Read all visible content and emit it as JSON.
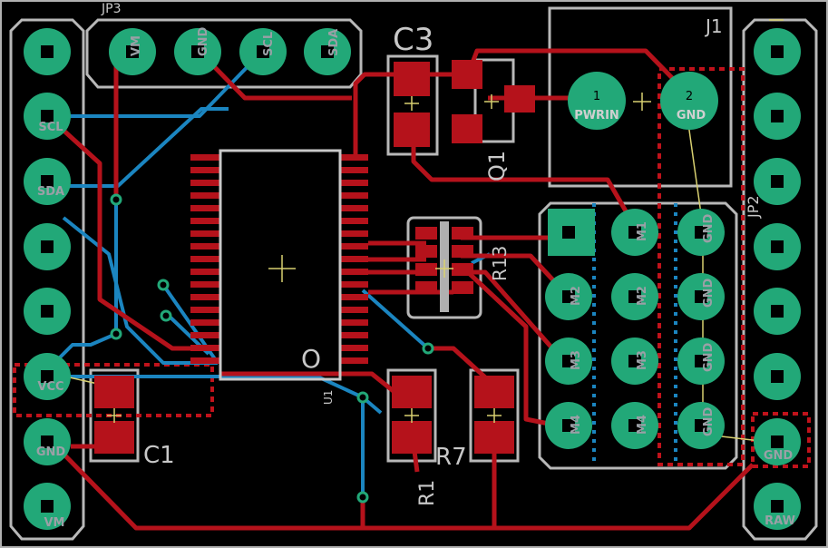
{
  "colors": {
    "background": "#000000",
    "pad": "#22a878",
    "top_copper": "#b5121b",
    "bottom_copper": "#1b85c0",
    "silkscreen": "#c8c8c8",
    "outline": "#b0b0b0"
  },
  "left_header": {
    "pin_labels": [
      "SCL",
      "SDA",
      "VCC",
      "GND",
      "VM"
    ]
  },
  "right_header": {
    "pin_labels": [
      "GND",
      "RAW"
    ],
    "ref": "JP2"
  },
  "top_header": {
    "ref": "JP3",
    "pin_labels": [
      "VM",
      "GND",
      "SCL",
      "SDA"
    ]
  },
  "power_jack": {
    "ref": "J1",
    "pin_numbers": [
      "1",
      "2"
    ],
    "pin_labels": [
      "PWRIN",
      "GND"
    ]
  },
  "motor_header": {
    "rows": [
      [
        "",
        "M1",
        "GND"
      ],
      [
        "M2",
        "M2",
        "GND"
      ],
      [
        "M3",
        "M3",
        "GND"
      ],
      [
        "M4",
        "M4",
        "GND"
      ]
    ]
  },
  "ic": {
    "ref": "U1",
    "marker": "O"
  },
  "components": {
    "c1": "C1",
    "c3": "C3",
    "q1": "Q1",
    "r1": "R1",
    "r7": "R7",
    "r13": "R13"
  }
}
